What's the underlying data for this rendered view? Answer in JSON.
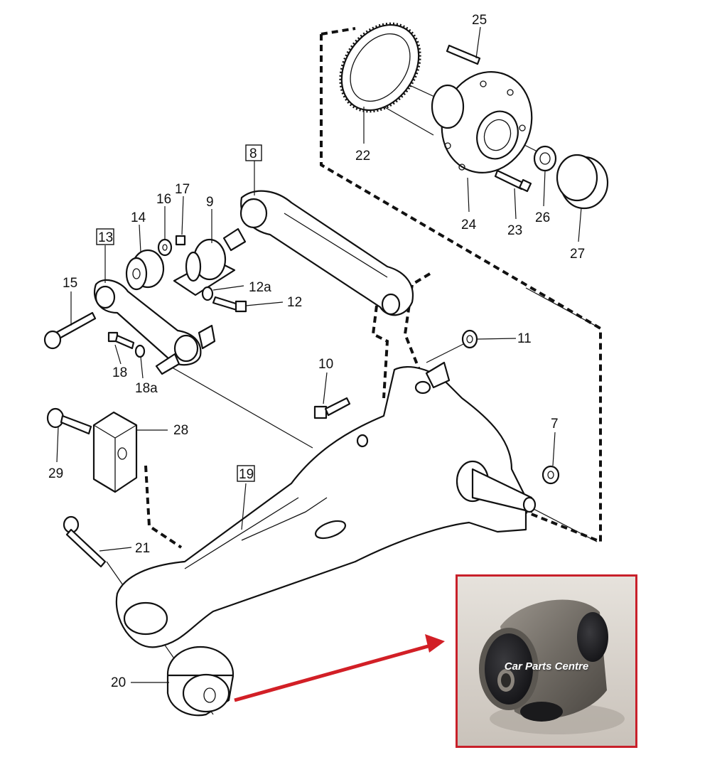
{
  "callouts": {
    "c7": "7",
    "c8": "8",
    "c9": "9",
    "c10": "10",
    "c11": "11",
    "c12": "12",
    "c12a": "12a",
    "c13": "13",
    "c14": "14",
    "c15": "15",
    "c16": "16",
    "c17": "17",
    "c18": "18",
    "c18a": "18a",
    "c19": "19",
    "c20": "20",
    "c21": "21",
    "c22": "22",
    "c23": "23",
    "c24": "24",
    "c25": "25",
    "c26": "26",
    "c27": "27",
    "c28": "28",
    "c29": "29"
  },
  "photo": {
    "watermark": "Car Parts Centre",
    "frame_color": "#c8202a"
  },
  "arrow": {
    "color": "#d21f26"
  }
}
